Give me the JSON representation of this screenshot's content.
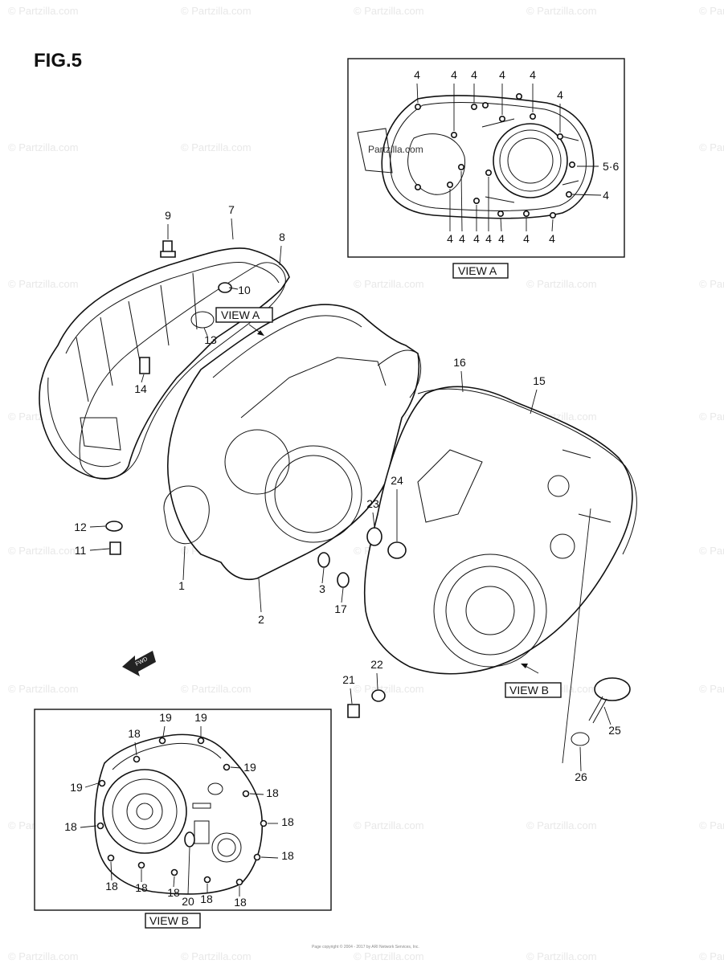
{
  "figure": {
    "title": "FIG.5"
  },
  "views": {
    "view_a_inset_label": "VIEW A",
    "view_a_pointer_label": "VIEW A",
    "view_b_pointer_label": "VIEW B",
    "view_b_inset_label": "VIEW B"
  },
  "watermark": {
    "text": "© Partzilla.com",
    "inset_text": "Partzilla.com"
  },
  "copyright": {
    "line1": "Page copyright © 2004 - 2017 by ARI Network Services, Inc."
  },
  "callouts": {
    "main": [
      "1",
      "2",
      "3",
      "5·6",
      "7",
      "8",
      "9",
      "10",
      "11",
      "12",
      "13",
      "14",
      "15",
      "16",
      "17",
      "21",
      "22",
      "23",
      "24",
      "25",
      "26"
    ],
    "view_a": [
      "4"
    ],
    "view_b": [
      "18",
      "19",
      "20"
    ]
  },
  "colors": {
    "line": "#111111",
    "watermark": "#e8e8e8",
    "background": "#ffffff"
  },
  "icons": {
    "forward_arrow": "fwd-arrow-icon"
  }
}
